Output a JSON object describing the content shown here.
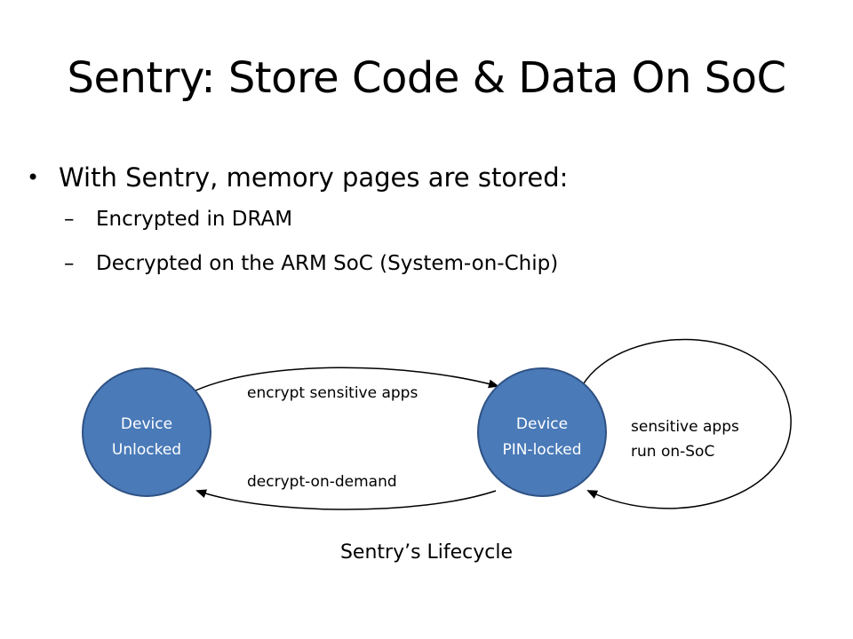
{
  "title": "Sentry: Store Code & Data On SoC",
  "bullets": {
    "main": "With Sentry, memory pages are stored:",
    "bullet_glyph": "•",
    "dash_glyph": "–",
    "sub": [
      "Encrypted in DRAM",
      "Decrypted on the ARM SoC (System-on-Chip)"
    ]
  },
  "diagram": {
    "nodes": [
      {
        "id": "unlocked",
        "lines": [
          "Device",
          "Unlocked"
        ]
      },
      {
        "id": "pin_locked",
        "lines": [
          "Device",
          "PIN-locked"
        ]
      }
    ],
    "edges": [
      {
        "from": "unlocked",
        "to": "pin_locked",
        "label": "encrypt sensitive apps"
      },
      {
        "from": "pin_locked",
        "to": "unlocked",
        "label": "decrypt-on-demand"
      },
      {
        "from": "pin_locked",
        "to": "pin_locked",
        "label_lines": [
          "sensitive apps",
          "run on-SoC"
        ]
      }
    ],
    "node_color": "#4a7ab8",
    "node_border": "#2f5284",
    "caption": "Sentry’s Lifecycle"
  }
}
